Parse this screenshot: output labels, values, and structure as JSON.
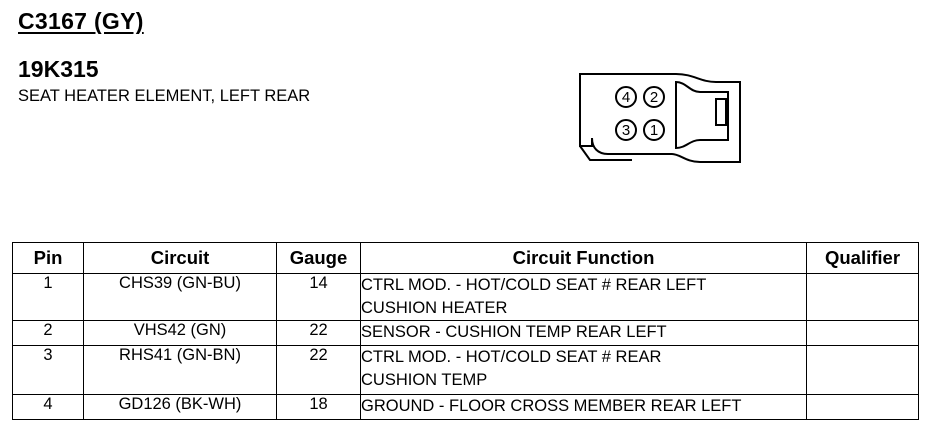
{
  "connector": {
    "id": "C3167 (GY)",
    "part_number": "19K315",
    "description": "SEAT HEATER ELEMENT, LEFT REAR",
    "diagram_pins": [
      "4",
      "2",
      "3",
      "1"
    ]
  },
  "table": {
    "headers": {
      "pin": "Pin",
      "circuit": "Circuit",
      "gauge": "Gauge",
      "function": "Circuit Function",
      "qualifier": "Qualifier"
    },
    "rows": [
      {
        "pin": "1",
        "circuit": "CHS39 (GN-BU)",
        "gauge": "14",
        "function_line1": "CTRL MOD. - HOT/COLD SEAT # REAR LEFT",
        "function_line2": "CUSHION HEATER",
        "qualifier": ""
      },
      {
        "pin": "2",
        "circuit": "VHS42 (GN)",
        "gauge": "22",
        "function_line1": "SENSOR - CUSHION TEMP REAR LEFT",
        "function_line2": "",
        "qualifier": ""
      },
      {
        "pin": "3",
        "circuit": "RHS41 (GN-BN)",
        "gauge": "22",
        "function_line1": "CTRL MOD. - HOT/COLD SEAT # REAR",
        "function_line2": "CUSHION TEMP",
        "qualifier": ""
      },
      {
        "pin": "4",
        "circuit": "GD126 (BK-WH)",
        "gauge": "18",
        "function_line1": "GROUND - FLOOR CROSS MEMBER REAR LEFT",
        "function_line2": "",
        "qualifier": ""
      }
    ]
  }
}
